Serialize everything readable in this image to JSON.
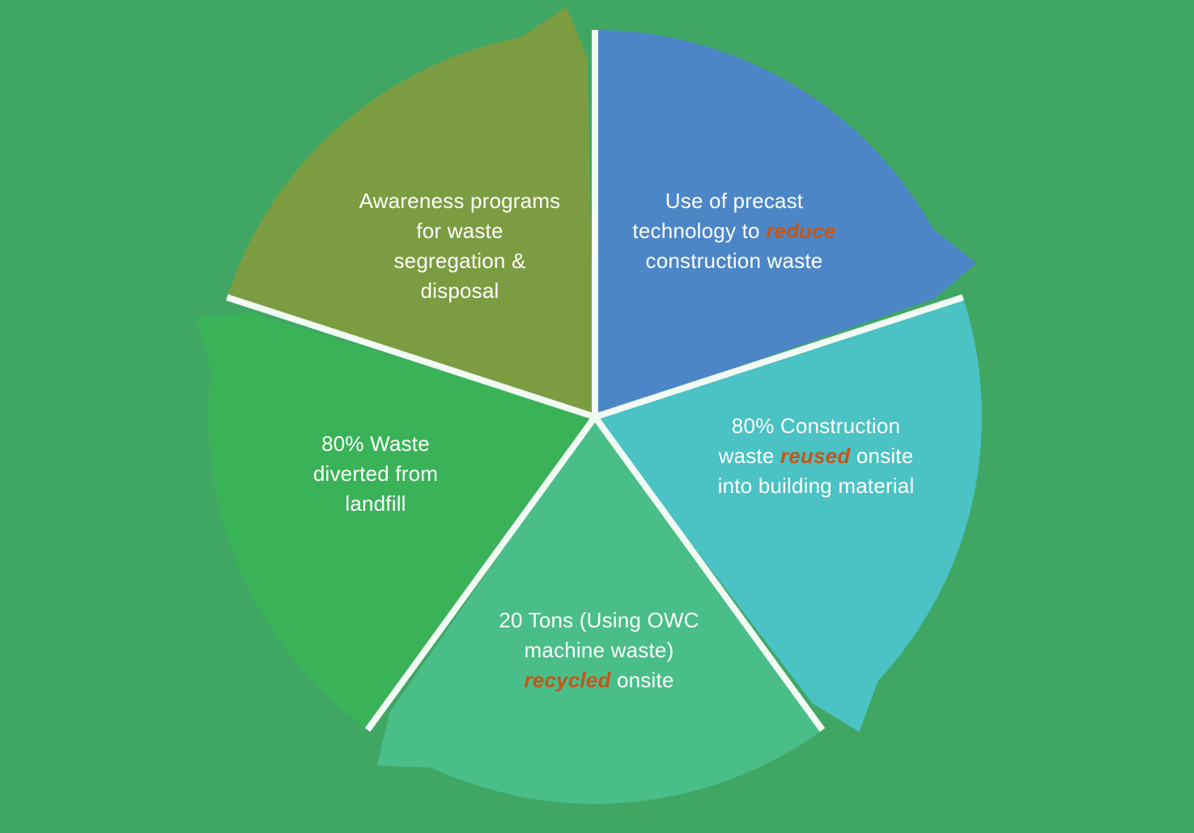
{
  "background_color": "#3FA763",
  "divider_color": "#F2FAF4",
  "highlight_color": "#C2571A",
  "diagram_type": "segmented-cycle",
  "segments": [
    {
      "id": "precast-reduce",
      "color": "#4C86C6",
      "text_before": "Use of precast technology to ",
      "highlight": "reduce",
      "text_after": " construction waste"
    },
    {
      "id": "waste-reused",
      "color": "#4BC2C4",
      "text_before": "80% Construction waste ",
      "highlight": "reused",
      "text_after": " onsite into building material"
    },
    {
      "id": "waste-recycled",
      "color": "#49BE89",
      "text_before": "20 Tons (Using OWC machine waste) ",
      "highlight": "recycled",
      "text_after": " onsite"
    },
    {
      "id": "waste-diverted",
      "color": "#3AB258",
      "text_before": "80% Waste diverted from landfill",
      "highlight": "",
      "text_after": ""
    },
    {
      "id": "awareness-programs",
      "color": "#7C9C42",
      "text_before": "Awareness programs for waste segregation & disposal",
      "highlight": "",
      "text_after": ""
    }
  ]
}
